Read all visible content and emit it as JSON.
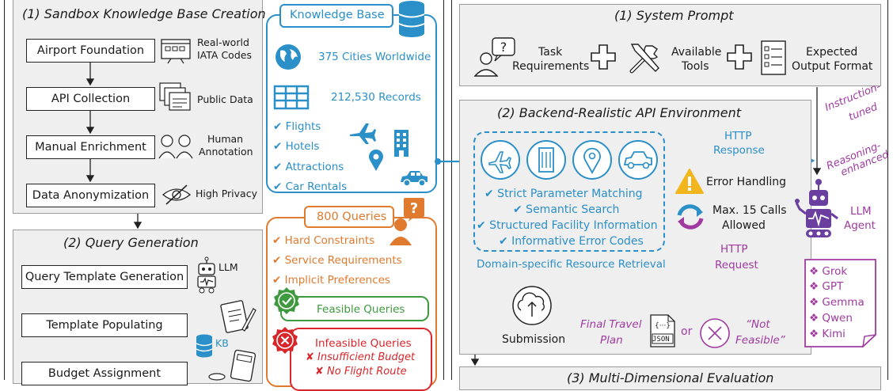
{
  "sandbox": {
    "title": "(1)  Sandbox Knowledge Base Creation",
    "steps": [
      "Airport Foundation",
      "API Collection",
      "Manual Enrichment",
      "Data Anonymization"
    ],
    "side_labels": [
      {
        "line1": "Real-world",
        "line2": "IATA Codes"
      },
      {
        "line1": "Public Data",
        "line2": ""
      },
      {
        "line1": "Human",
        "line2": "Annotation"
      },
      {
        "line1": "High Privacy",
        "line2": ""
      }
    ]
  },
  "knowledge_base": {
    "title": "Knowledge Base",
    "cities": "375 Cities Worldwide",
    "records": "212,530 Records",
    "items": [
      "✔ Flights",
      "✔ Hotels",
      "✔ Attractions",
      "✔ Car Rentals"
    ]
  },
  "query_gen": {
    "title": "(2)  Query Generation",
    "steps": [
      "Query Template Generation",
      "Template Populating",
      "Budget Assignment"
    ],
    "llm_label": "LLM",
    "kb_label": "KB"
  },
  "queries": {
    "title": "800 Queries",
    "items": [
      "✔ Hard Constraints",
      "✔ Service Requirements",
      "✔ Implicit Preferences"
    ],
    "feasible": "Feasible Queries",
    "infeasible_title": "Infeasible Queries",
    "infeasible_items": [
      "✘ Insufficient Budget",
      "✘ No Flight Route"
    ]
  },
  "system_prompt": {
    "title": "(1)  System Prompt",
    "task": {
      "line1": "Task",
      "line2": "Requirements"
    },
    "tools": {
      "line1": "Available",
      "line2": "Tools"
    },
    "format": {
      "line1": "Expected",
      "line2": "Output Format"
    }
  },
  "backend": {
    "title": "(2)  Backend-Realistic API Environment",
    "features": [
      "✔ Strict Parameter Matching",
      "✔ Semantic Search",
      "✔ Structured Facility Information",
      "✔ Informative Error Codes"
    ],
    "retrieval": "Domain-specific Resource Retrieval",
    "http_response": {
      "line1": "HTTP",
      "line2": "Response"
    },
    "http_request": {
      "line1": "HTTP",
      "line2": "Request"
    },
    "error_handling": "Error Handling",
    "max_calls": {
      "line1": "Max. 15 Calls",
      "line2": "Allowed"
    }
  },
  "agent": {
    "instruction_tuned": {
      "line1": "Instruction-",
      "line2": "tuned"
    },
    "reasoning_enhanced": {
      "line1": "Reasoning-",
      "line2": "enhanced"
    },
    "label": {
      "line1": "LLM",
      "line2": "Agent"
    },
    "models": [
      "❖ Grok",
      "❖ GPT",
      "❖ Gemma",
      "❖ Qwen",
      "❖ Kimi"
    ]
  },
  "submission": {
    "label": "Submission",
    "final_plan": {
      "line1": "Final Travel",
      "line2": "Plan"
    },
    "or": "or",
    "not_feasible": {
      "line1": "“Not",
      "line2": "Feasible”"
    },
    "json_label": "JSON",
    "json_braces": "{···}"
  },
  "evaluation": {
    "title": "(3)  Multi-Dimensional Evaluation"
  },
  "colors": {
    "blue": "#2b8fc8",
    "orange": "#e07a2e",
    "green": "#3f9a3f",
    "red": "#d8262a",
    "purple": "#a03aa0",
    "panel": "#efefef"
  }
}
